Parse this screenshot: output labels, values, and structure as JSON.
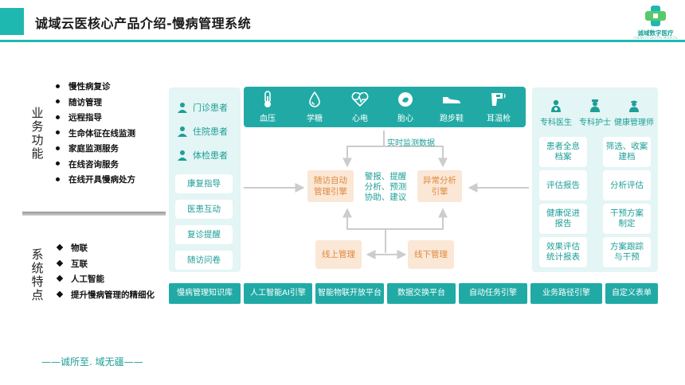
{
  "header": {
    "title": "诚域云医核心产品介绍-慢病管理系统",
    "logo_text": "诚域数字医疗",
    "logo_sub": "CHENGYU DIGITAL MEDICAL"
  },
  "colors": {
    "accent": "#1fb8b0",
    "dark_teal": "#21aaa5",
    "panel_bg": "#e3f5f4",
    "engine_bg": "#fbe7d6",
    "engine_text": "#e08a3c"
  },
  "left": {
    "section1_label": [
      "业",
      "务",
      "功",
      "能"
    ],
    "section1_items": [
      "慢性病复诊",
      "随访管理",
      "远程指导",
      "生命体征在线监测",
      "家庭监测服务",
      "在线咨询服务",
      "在线开具慢病处方"
    ],
    "section2_label": [
      "系",
      "统",
      "特",
      "点"
    ],
    "section2_items": [
      "物联",
      "互联",
      "人工智能",
      "提升慢病管理的精细化"
    ]
  },
  "patients": [
    {
      "icon": "patient-icon",
      "label": "门诊患者"
    },
    {
      "icon": "patient-icon",
      "label": "住院患者"
    },
    {
      "icon": "patient-icon",
      "label": "体检患者"
    }
  ],
  "services": [
    "康复指导",
    "医患互动",
    "复诊提醒",
    "随访问卷"
  ],
  "devices": [
    {
      "icon": "thermometer-icon",
      "label": "血压"
    },
    {
      "icon": "drop-icon",
      "label": "学糖"
    },
    {
      "icon": "heartbeat-icon",
      "label": "心电"
    },
    {
      "icon": "fetal-icon",
      "label": "胎心"
    },
    {
      "icon": "shoe-icon",
      "label": "跑步鞋"
    },
    {
      "icon": "ear-thermometer-icon",
      "label": "耳温枪"
    }
  ],
  "center": {
    "realtime_label": "实时监测数据",
    "followup_engine": [
      "随访自动",
      "管理引擎"
    ],
    "alerts": [
      "警报、提醒",
      "分析、预测",
      "协助、建议"
    ],
    "anomaly_engine": [
      "异常分析",
      "引擎"
    ],
    "online": "线上管理",
    "offline": "线下管理"
  },
  "staff": [
    {
      "icon": "doctor-icon",
      "label": "专科医生"
    },
    {
      "icon": "nurse-icon",
      "label": "专科护士"
    },
    {
      "icon": "manager-icon",
      "label": "健康管理师"
    }
  ],
  "right_boxes": [
    [
      "患者全息",
      "档案"
    ],
    [
      "筛选、收案",
      "建档"
    ],
    [
      "评估报告"
    ],
    [
      "分析评估"
    ],
    [
      "健康促进",
      "报告"
    ],
    [
      "干预方案",
      "制定"
    ],
    [
      "效果评估",
      "统计报表"
    ],
    [
      "方案跟踪",
      "与干预"
    ]
  ],
  "bottom_bar": [
    "慢病管理知识库",
    "人工智能AI引擎",
    "智能物联开放平台",
    "数据交换平台",
    "自动任务引擎",
    "业务路径引擎",
    "自定义表单"
  ],
  "slogan": "——诚所至. 域无疆——"
}
